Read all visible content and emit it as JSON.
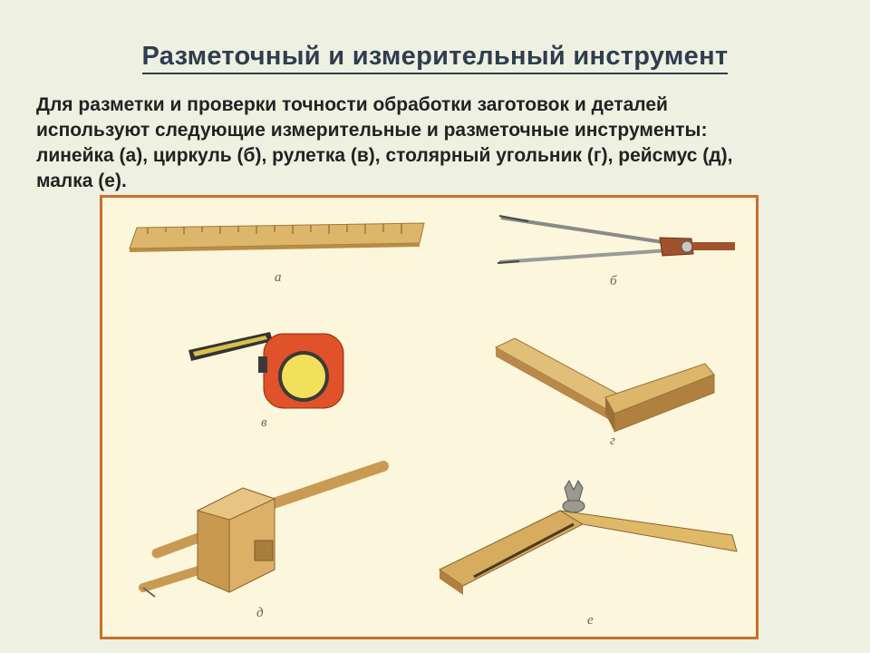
{
  "title": "Разметочный и измерительный инструмент",
  "description_lines": [
    "Для разметки и проверки точности обработки заготовок и деталей",
    "используют следующие измерительные и разметочные инструменты:",
    "линейка (а), циркуль (б), рулетка (в), столярный угольник (г), рейсмус (д),",
    "малка (е)."
  ],
  "figure": {
    "labels": {
      "ruler": "а",
      "compass": "б",
      "tape_measure": "в",
      "square": "г",
      "marking_gauge": "д",
      "bevel": "е"
    }
  },
  "colors": {
    "background": "#eef0e2",
    "title": "#2f3d4e",
    "frame_border": "#c8702a",
    "frame_fill": "#fbf6dc",
    "wood": "#dcb66a",
    "tape_body": "#e0522a",
    "tape_center": "#f3e05a"
  }
}
